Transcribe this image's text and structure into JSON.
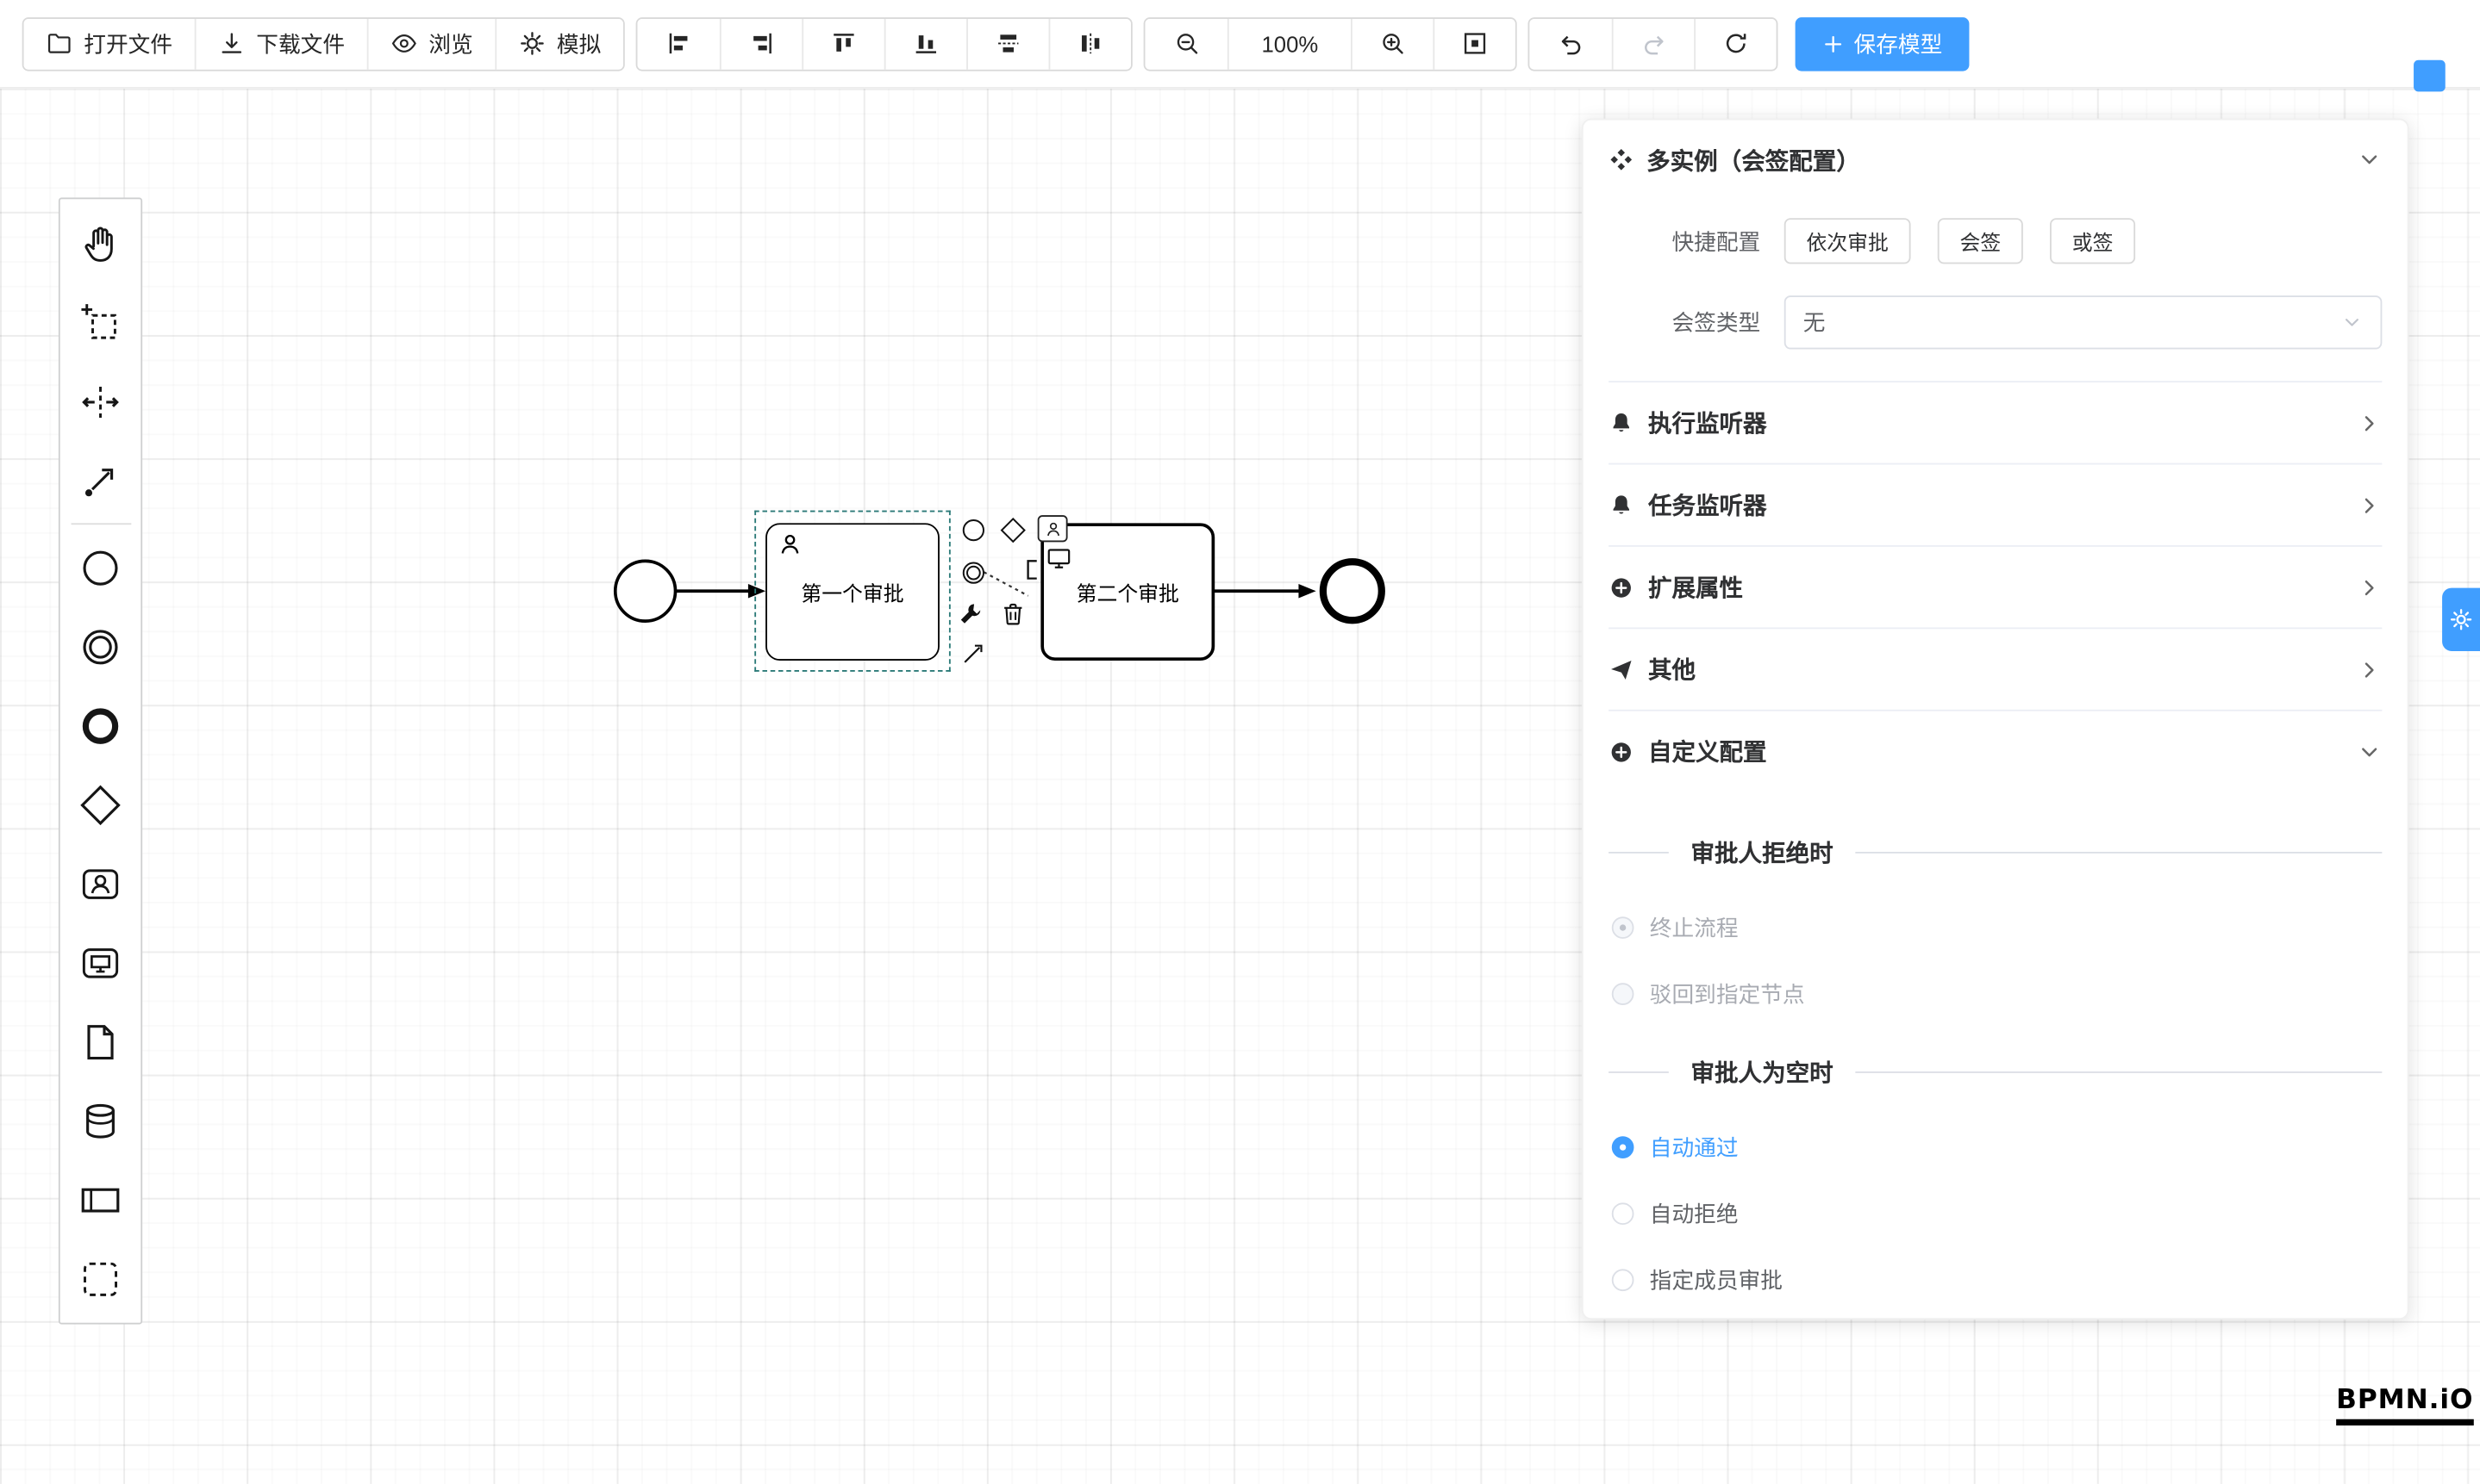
{
  "colors": {
    "accent": "#409eff",
    "selection_outline": "#2b7a78"
  },
  "toolbar": {
    "open_label": "打开文件",
    "download_label": "下载文件",
    "preview_label": "浏览",
    "simulate_label": "模拟",
    "zoom_level": "100%",
    "save_label": "保存模型"
  },
  "palette": {
    "items": [
      "hand-tool",
      "lasso-tool",
      "space-tool",
      "global-connect-tool",
      "create-start-event",
      "create-intermediate-event",
      "create-end-event",
      "create-gateway",
      "create-user-task",
      "create-task",
      "create-document",
      "create-datastore",
      "create-participant",
      "create-group"
    ]
  },
  "diagram": {
    "task1_label": "第一个审批",
    "task2_label": "第二个审批"
  },
  "panel": {
    "title": "多实例（会签配置）",
    "quick_config_label": "快捷配置",
    "quick_options": [
      "依次审批",
      "会签",
      "或签"
    ],
    "type_label": "会签类型",
    "type_value": "无",
    "sections": [
      {
        "label": "执行监听器"
      },
      {
        "label": "任务监听器"
      },
      {
        "label": "扩展属性"
      },
      {
        "label": "其他"
      },
      {
        "label": "自定义配置"
      }
    ],
    "reject_title": "审批人拒绝时",
    "reject_options": [
      {
        "label": "终止流程",
        "checked": true,
        "disabled": true
      },
      {
        "label": "驳回到指定节点",
        "checked": false,
        "disabled": true
      }
    ],
    "empty_title": "审批人为空时",
    "empty_options": [
      {
        "label": "自动通过",
        "checked": true
      },
      {
        "label": "自动拒绝",
        "checked": false
      },
      {
        "label": "指定成员审批",
        "checked": false
      }
    ]
  },
  "logo_text": "BPMN.iO"
}
